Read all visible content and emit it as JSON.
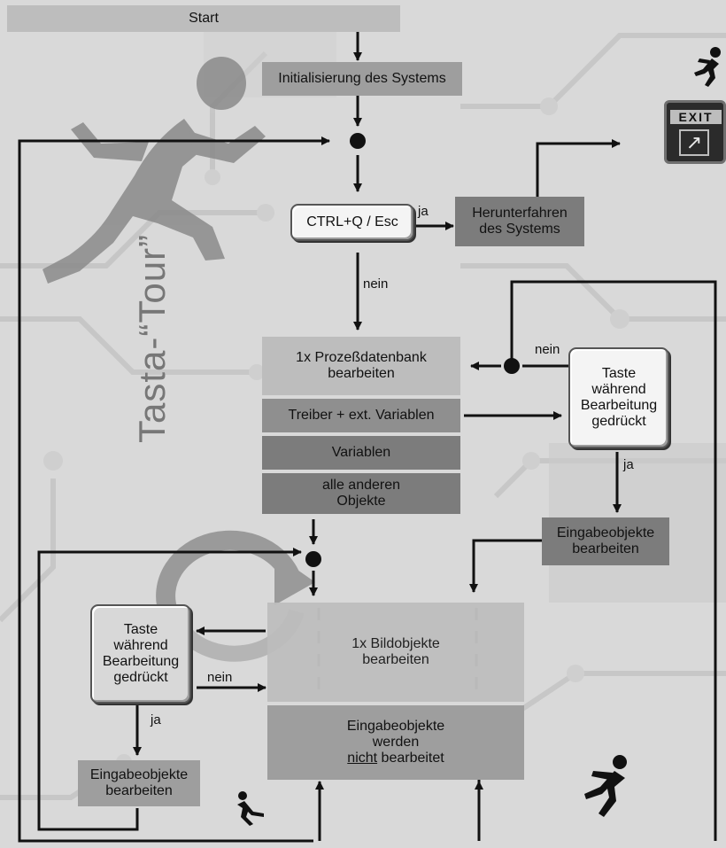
{
  "title": "Tasta-“Tour”",
  "nodes": {
    "start": "Start",
    "init": "Initialisierung des Systems",
    "ctrl": "CTRL+Q / Esc",
    "shutdown_1": "Herunterfahren",
    "shutdown_2": "des Systems",
    "process_db_1": "1x Prozeßdatenbank",
    "process_db_2": "bearbeiten",
    "drivers": "Treiber + ext. Variablen",
    "variables": "Variablen",
    "others_1": "alle anderen",
    "others_2": "Objekte",
    "key_right_1": "Taste",
    "key_right_2": "während",
    "key_right_3": "Bearbeitung",
    "key_right_4": "gedrückt",
    "input_right_1": "Eingabeobjekte",
    "input_right_2": "bearbeiten",
    "pic_1": "1x Bildobjekte",
    "pic_2": "bearbeiten",
    "no_input_1": "Eingabeobjekte",
    "no_input_2": "werden",
    "no_input_3a": "nicht",
    "no_input_3b": " bearbeitet",
    "key_left_1": "Taste",
    "key_left_2": "während",
    "key_left_3": "Bearbeitung",
    "key_left_4": "gedrückt",
    "input_left_1": "Eingabeobjekte",
    "input_left_2": "bearbeiten",
    "exit_sign": "EXIT"
  },
  "edge_labels": {
    "yes_ctrl": "ja",
    "no_ctrl": "nein",
    "no_key_right": "nein",
    "yes_key_right": "ja",
    "no_key_left": "nein",
    "yes_key_left": "ja"
  },
  "icons": {
    "runner_large": "runner-silhouette",
    "runner_small": "runner-icon",
    "exit": "exit-sign-icon",
    "cycle": "cycle-arrow-icon"
  },
  "colors": {
    "box_fill": "#9e9e9e",
    "button_fill": "#f4f4f4",
    "line": "#111111",
    "title": "#777777"
  }
}
